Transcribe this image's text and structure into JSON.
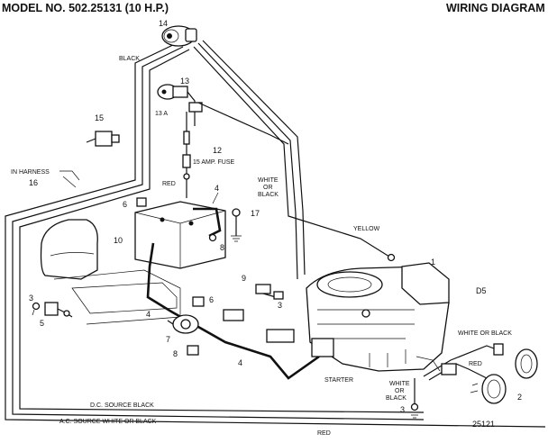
{
  "header": {
    "model": "MODEL NO. 502.25131 (10 H.P.)",
    "diagram_title": "WIRING DIAGRAM"
  },
  "wire_labels": {
    "black_top": "BLACK",
    "yellow": "YELLOW",
    "red_fuse": "RED",
    "white_or_black_mid_1": "WHITE",
    "white_or_black_mid_2": "OR",
    "white_or_black_mid_3": "BLACK",
    "white_or_black_right": "WHITE OR BLACK",
    "red_right": "RED",
    "white_or_black_low_1": "WHITE",
    "white_or_black_low_2": "OR",
    "white_or_black_low_3": "BLACK",
    "dc_source": "D.C. SOURCE   BLACK",
    "ac_source": "A.C. SOURCE   WHITE OR BLACK",
    "red_bottom": "RED",
    "fuse": "15 AMP. FUSE",
    "in_harness": "IN HARNESS",
    "starter": "STARTER"
  },
  "part_numbers": {
    "p14": "14",
    "p13": "13",
    "p13a": "13 A",
    "p15": "15",
    "p12": "12",
    "p16": "16",
    "p6a": "6",
    "p4a": "4",
    "p17": "17",
    "p10": "10",
    "p8a": "8",
    "p9": "9",
    "p6b": "6",
    "p3a": "3",
    "p3b": "3",
    "p5": "5",
    "p4b": "4",
    "p7": "7",
    "p8b": "8",
    "p4c": "4",
    "p1": "1",
    "p3c": "3",
    "p2": "2"
  },
  "codes": {
    "d5": "D5",
    "drawing_no": "25121"
  }
}
